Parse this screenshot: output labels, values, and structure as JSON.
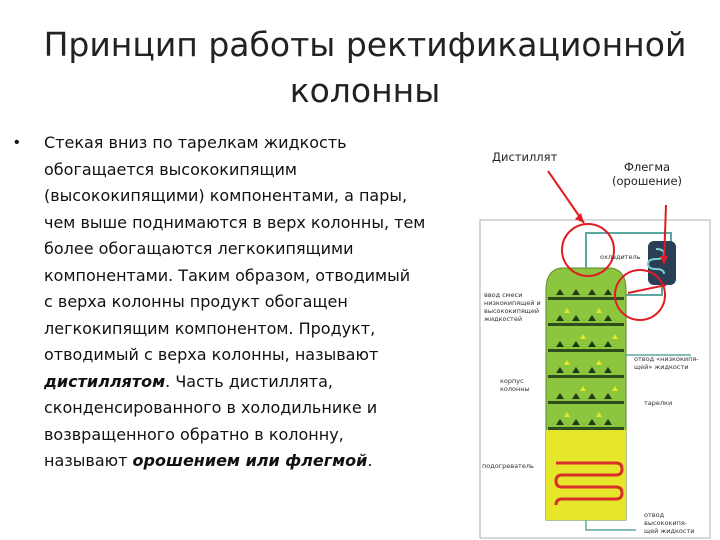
{
  "slide": {
    "title_lines": [
      "Принцип работы ректификационной",
      "колонны"
    ],
    "bullet_symbol": "•",
    "body": {
      "l1": "Стекая вниз по тарелкам жидкость",
      "l2": "обогащается высококипящим",
      "l3": "(высококипящими) компонентами, а пары,",
      "l4": "чем выше поднимаются в верх колонны, тем",
      "l5": "более обогащаются легкокипящими",
      "l6": "компонентами. Таким образом, отводимый",
      "l7": "с верха колонны продукт обогащен",
      "l8": "легкокипящим компонентом. Продукт,",
      "l9": "отводимый с верха колонны, называют",
      "l10_term": "дистиллятом",
      "l10_rest": ". Часть дистиллята,",
      "l11": "сконденсированного в холодильнике и",
      "l12": "возвращенного обратно в колонну,",
      "l13_pre": "называют ",
      "l13_term": "орошением или флегмой",
      "l13_end": "."
    }
  },
  "diagram": {
    "label_distillate": "Дистиллят",
    "label_reflux_1": "Флегма",
    "label_reflux_2": "(орошение)",
    "condenser": "охладитель",
    "feed": [
      "ввод смеси",
      "низкокипящей и",
      "высококипящей",
      "жидкостей"
    ],
    "body_label": [
      "корпус",
      "колонны"
    ],
    "reflux_out": [
      "отвод «низкокипя-",
      "щей» жидкости"
    ],
    "trays": "тарелки",
    "heater": "подогреватель",
    "bottom_out": [
      "отвод",
      "высококипя-",
      "щей жидкости"
    ],
    "colors": {
      "column_green": "#8cc63f",
      "liquid_yellow": "#e6e62a",
      "pipe_blue": "#5ba8a0",
      "arrow_red": "#e01b24",
      "heater_red": "#d9302b",
      "frame_grey": "#b0b0b0"
    }
  }
}
